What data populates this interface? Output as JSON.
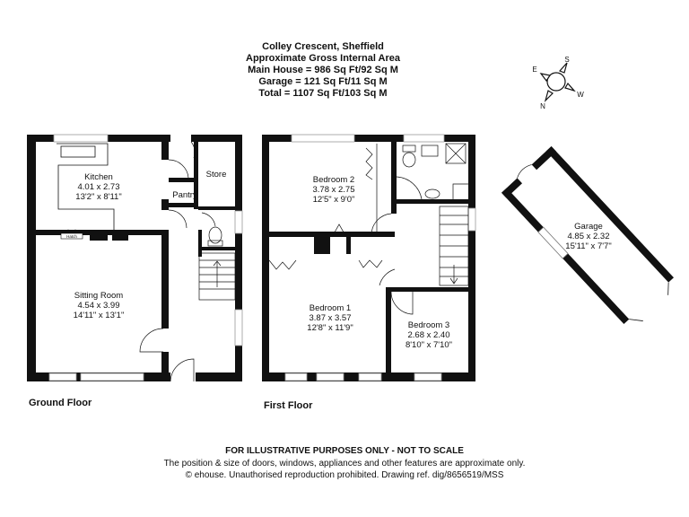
{
  "header": {
    "address": "Colley Crescent, Sheffield",
    "subtitle": "Approximate Gross Internal Area",
    "main_house": "Main House = 986 Sq Ft/92 Sq M",
    "garage": "Garage = 121 Sq Ft/11 Sq M",
    "total": "Total = 1107 Sq Ft/103 Sq M"
  },
  "compass": {
    "n": "N",
    "e": "E",
    "s": "S",
    "w": "W"
  },
  "ground_floor": {
    "label": "Ground Floor",
    "rooms": [
      {
        "name": "Kitchen",
        "metric": "4.01 x 2.73",
        "imperial": "13'2\" x 8'11\""
      },
      {
        "name": "Sitting Room",
        "metric": "4.54 x 3.99",
        "imperial": "14'11\" x 13'1\""
      },
      {
        "name": "Pantry"
      },
      {
        "name": "Store"
      }
    ],
    "hatch": "Hatch"
  },
  "first_floor": {
    "label": "First Floor",
    "rooms": [
      {
        "name": "Bedroom 2",
        "metric": "3.78 x 2.75",
        "imperial": "12'5\" x 9'0\""
      },
      {
        "name": "Bedroom 1",
        "metric": "3.87 x 3.57",
        "imperial": "12'8\" x 11'9\""
      },
      {
        "name": "Bedroom 3",
        "metric": "2.68 x 2.40",
        "imperial": "8'10\" x 7'10\""
      }
    ]
  },
  "garage": {
    "name": "Garage",
    "metric": "4.85 x 2.32",
    "imperial": "15'11\" x 7'7\""
  },
  "footer": {
    "disclaimer": "FOR ILLUSTRATIVE PURPOSES ONLY - NOT TO SCALE",
    "note": "The position & size of doors, windows, appliances and other features are approximate only.",
    "copyright": "© ehouse. Unauthorised reproduction prohibited. Drawing ref. dig/8656519/MSS"
  }
}
